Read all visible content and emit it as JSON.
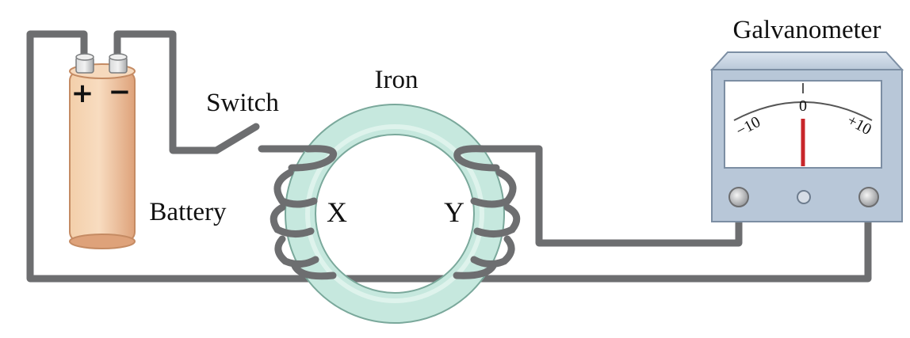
{
  "labels": {
    "galvanometer": "Galvanometer",
    "iron": "Iron",
    "switch": "Switch",
    "battery": "Battery",
    "coil_x": "X",
    "coil_y": "Y",
    "battery_plus": "+",
    "battery_minus": "−"
  },
  "galvanometer_scale": {
    "left": "−10",
    "center": "0",
    "right": "+10",
    "needle_reading": 0
  },
  "colors": {
    "wire": "#6d6e70",
    "iron_ring": "#bfe3d8",
    "iron_edge": "#7aa89b",
    "battery_body": "#eebf96",
    "meter_case": "#b8c7d8",
    "meter_face": "#ffffff",
    "needle": "#c8262a"
  }
}
